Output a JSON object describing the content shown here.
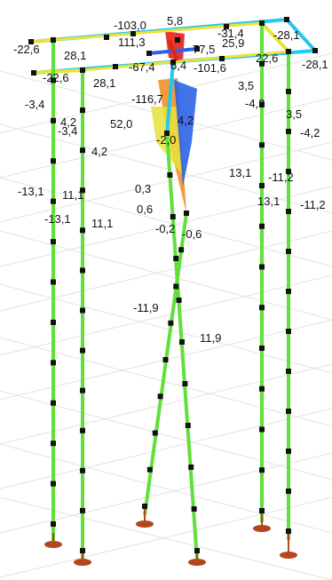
{
  "labels": [
    "-103,0",
    "-31,4",
    "-28,1",
    "-22,6",
    "28,1",
    "111,3",
    "5,8",
    "77,5",
    "25,9",
    "22,6",
    "-28,1",
    "-67,4",
    "6,4",
    "-101,6",
    "-22,6",
    "28,1",
    "3,5",
    "-3,4",
    "-116,7",
    "-4,2",
    "3,5",
    "4,2",
    "-3,4",
    "52,0",
    "4,2",
    "-4,2",
    "-2,0",
    "4,2",
    "13,1",
    "-11,2",
    "-13,1",
    "11,1",
    "13,1",
    "-11,2",
    "0,3",
    "-13,1",
    "11,1",
    "0,6",
    "-0,2",
    "-0,6",
    "-11,9",
    "11,9"
  ],
  "colors": {
    "member": "#5fe03a",
    "beam_yellow": "#e8e23a",
    "beam_cyan": "#23c8f0",
    "beam_blue": "#2b63e6",
    "diagram_orange": "#f28a1a",
    "diagram_red": "#e2231a",
    "node": "#111111",
    "support": "#b4461e",
    "grid": "#e3e3e3"
  },
  "icons": [
    "node-marker",
    "pin-support"
  ]
}
